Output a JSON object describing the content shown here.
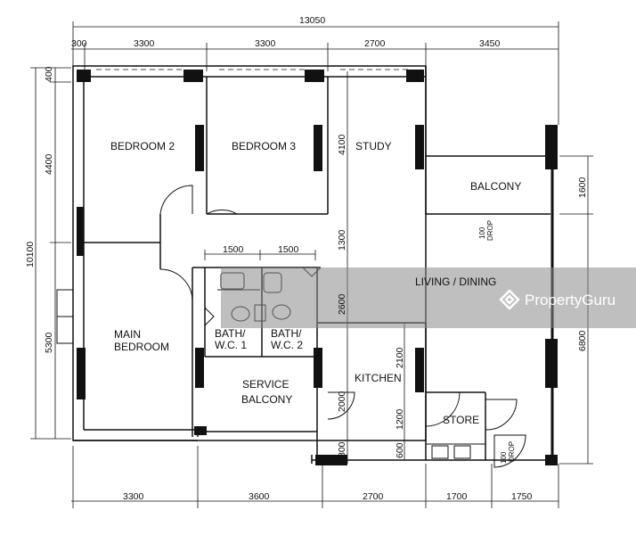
{
  "rooms": {
    "bedroom2": "BEDROOM 2",
    "bedroom3": "BEDROOM 3",
    "study": "STUDY",
    "balcony": "BALCONY",
    "living_dining": "LIVING / DINING",
    "main_bedroom_1": "MAIN",
    "main_bedroom_2": "BEDROOM",
    "bath1_1": "BATH/",
    "bath1_2": "W.C. 1",
    "bath2_1": "BATH/",
    "bath2_2": "W.C. 2",
    "kitchen": "KITCHEN",
    "service_balcony_1": "SERVICE",
    "service_balcony_2": "BALCONY",
    "store": "STORE"
  },
  "dims": {
    "overall_width": "13050",
    "top_300": "300",
    "top_3300": "3300",
    "top_3300b": "3300",
    "top_2700": "2700",
    "top_3450": "3450",
    "bottom_3300": "3300",
    "bottom_3600": "3600",
    "bottom_2700": "2700",
    "bottom_1700": "1700",
    "bottom_1750": "1750",
    "left_overall": "10100",
    "left_400": "400",
    "left_4400": "4400",
    "left_5300": "5300",
    "right_1600": "1600",
    "right_6800": "6800",
    "inner_4100": "4100",
    "inner_1300": "1300",
    "inner_2600": "2600",
    "inner_2000": "2000",
    "inner_800": "800",
    "inner_2100": "2100",
    "inner_1200": "1200",
    "inner_600": "600",
    "bath_1500a": "1500",
    "bath_1500b": "1500"
  },
  "notes": {
    "drop_1": "100",
    "drop_2": "DROP",
    "drop_3": "100",
    "drop_4": "DROP"
  },
  "watermark": {
    "text": "PropertyGuru",
    "color": "#8a8a8a"
  }
}
